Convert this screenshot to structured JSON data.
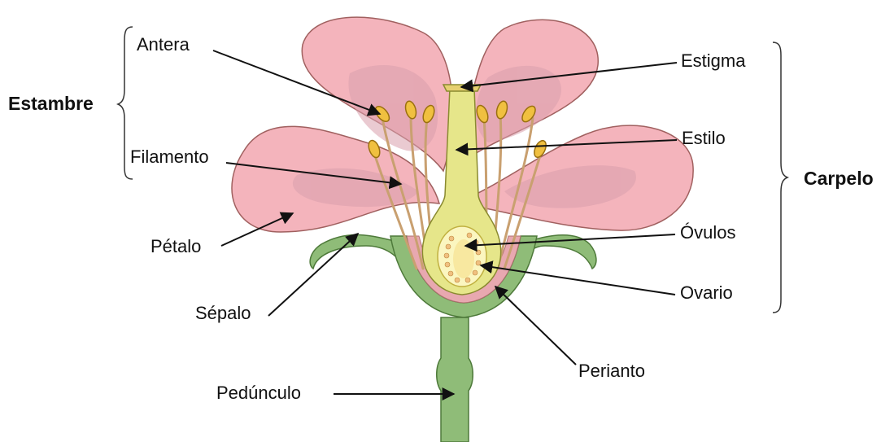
{
  "diagram": {
    "groups": {
      "estambre": "Estambre",
      "carpelo": "Carpelo"
    },
    "labels": {
      "antera": "Antera",
      "filamento": "Filamento",
      "petalo": "Pétalo",
      "sepalo": "Sépalo",
      "pedunculo": "Pedúnculo",
      "estigma": "Estigma",
      "estilo": "Estilo",
      "ovulos": "Óvulos",
      "ovario": "Ovario",
      "perianto": "Perianto"
    },
    "colors": {
      "petal": "#f4b4bc",
      "petal_shadow": "#d9a0ad",
      "petal_outline": "#a0605f",
      "sepal": "#8fbc78",
      "stem": "#8fbc78",
      "stem_outline": "#4e7a3a",
      "pistil": "#e6e68a",
      "pistil_outline": "#8a8a30",
      "anther": "#f0c040",
      "ovary_inner": "#fbf6c0",
      "ovule": "#f0c080"
    }
  }
}
